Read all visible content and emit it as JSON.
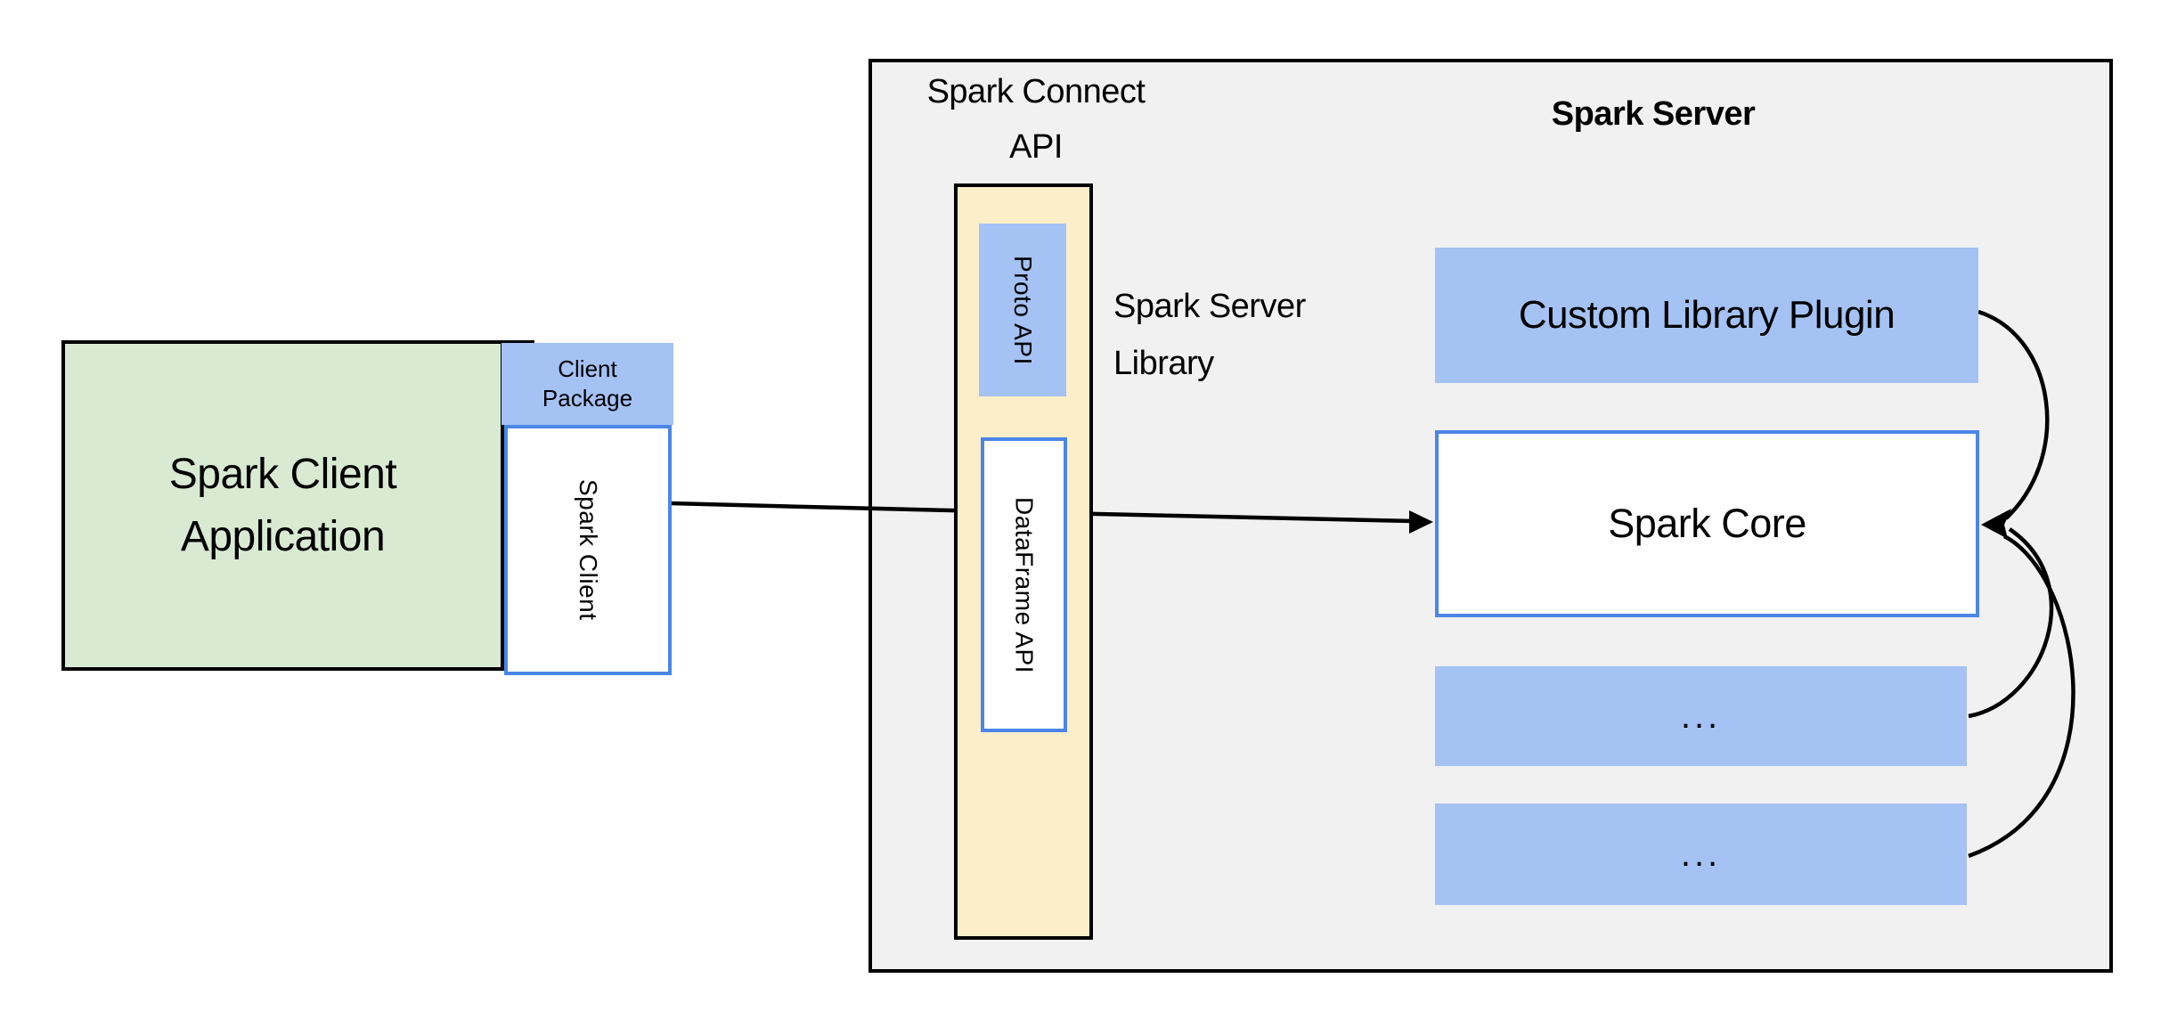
{
  "colors": {
    "green-fill": "#d9ead3",
    "blue-fill": "#a4c2f4",
    "yellow-fill": "#fdeeca",
    "gray-fill": "#f1f1f1",
    "blue-border": "#4a86e8",
    "line": "#000000"
  },
  "nodes": {
    "client_app": {
      "lines": [
        "Spark Client",
        "Application"
      ]
    },
    "client_package": {
      "lines": [
        "Client",
        "Package"
      ]
    },
    "spark_client": {
      "label": "Spark Client"
    },
    "proto_api": {
      "label": "Proto API"
    },
    "dataframe_api": {
      "label": "DataFrame API"
    },
    "custom_plugin": {
      "label": "Custom Library Plugin"
    },
    "spark_core": {
      "label": "Spark Core"
    },
    "plugin_slot_1": {
      "label": "..."
    },
    "plugin_slot_2": {
      "label": "..."
    }
  },
  "labels": {
    "connect_api": {
      "lines": [
        "Spark Connect",
        "API"
      ]
    },
    "spark_server": {
      "label": "Spark Server"
    },
    "server_library": {
      "lines": [
        "Spark Server",
        "Library"
      ]
    }
  }
}
